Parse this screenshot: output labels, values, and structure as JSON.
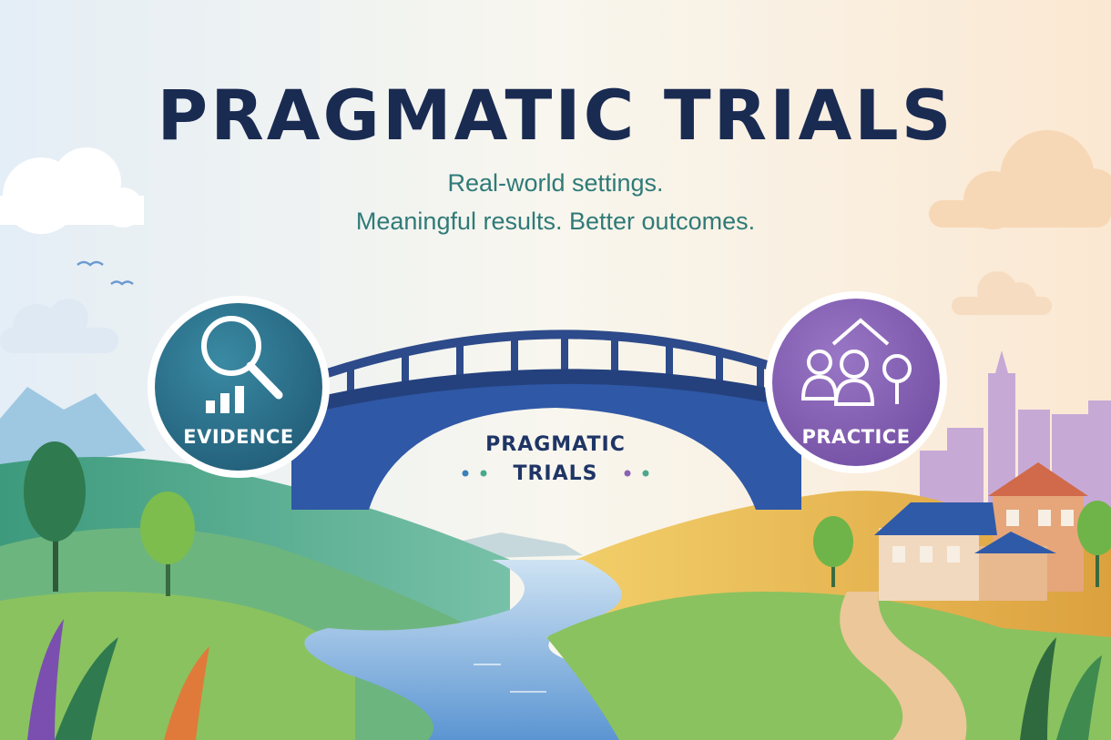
{
  "header": {
    "title": "PRAGMATIC TRIALS",
    "tagline_line1": "Real-world settings.",
    "tagline_line2": "Meaningful results. Better outcomes."
  },
  "left_circle": {
    "label": "EVIDENCE",
    "icon": "magnifier-chart-icon",
    "color": "#2a6f8a"
  },
  "right_circle": {
    "label": "PRACTICE",
    "icon": "people-home-tree-icon",
    "color": "#8a62b3"
  },
  "bridge": {
    "label_line1": "PRAGMATIC",
    "label_line2": "TRIALS",
    "color": "#2d4a8a"
  },
  "colors": {
    "title": "#1a2b52",
    "tagline": "#2f7a78",
    "river": "#6aa3d6",
    "hills_left": "#4fa88e",
    "hills_right": "#e0b24a"
  }
}
